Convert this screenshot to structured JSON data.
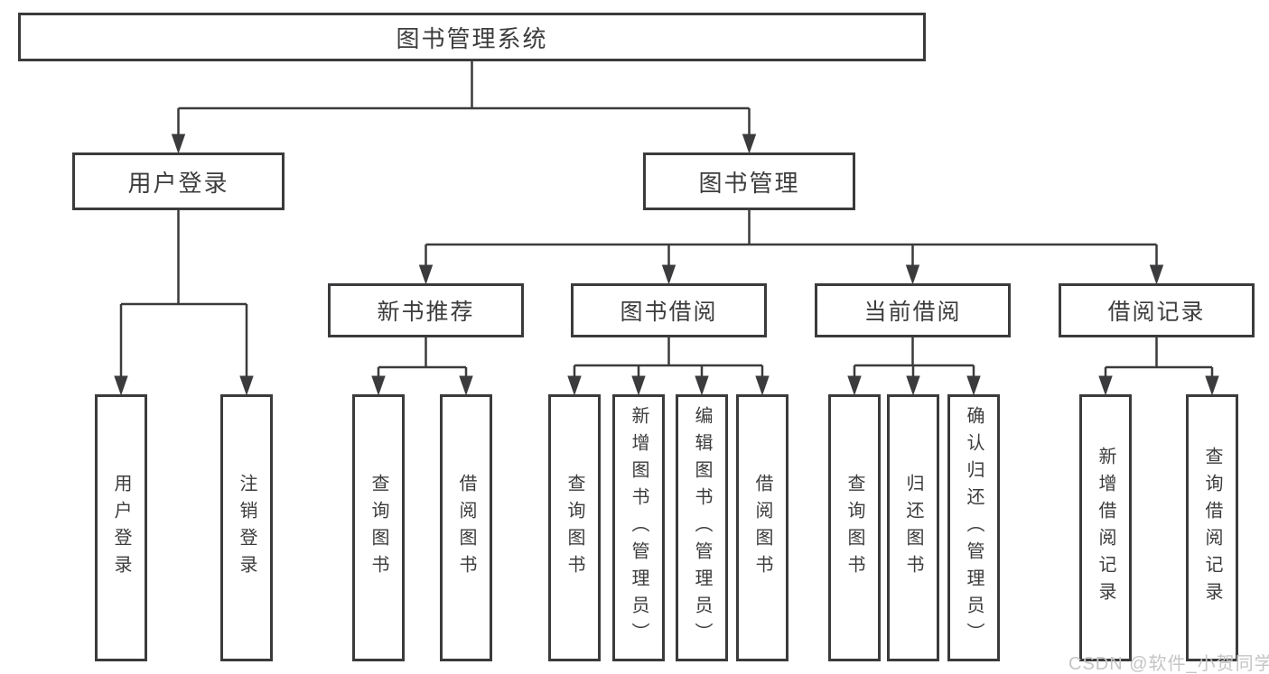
{
  "colors": {
    "line": "#3b3b3d",
    "text": "#3c3c3c",
    "background": "#ffffff",
    "watermark": "#c5c5c5"
  },
  "tree": {
    "root": {
      "label": "图书管理系统",
      "children": [
        {
          "label": "用户登录",
          "children": [
            {
              "label": "用户登录"
            },
            {
              "label": "注销登录"
            }
          ]
        },
        {
          "label": "图书管理",
          "children": [
            {
              "label": "新书推荐",
              "children": [
                {
                  "label": "查询图书"
                },
                {
                  "label": "借阅图书"
                }
              ]
            },
            {
              "label": "图书借阅",
              "children": [
                {
                  "label": "查询图书"
                },
                {
                  "label": "新增图书（管理员）"
                },
                {
                  "label": "编辑图书（管理员）"
                },
                {
                  "label": "借阅图书"
                }
              ]
            },
            {
              "label": "当前借阅",
              "children": [
                {
                  "label": "查询图书"
                },
                {
                  "label": "归还图书"
                },
                {
                  "label": "确认归还（管理员）"
                }
              ]
            },
            {
              "label": "借阅记录",
              "children": [
                {
                  "label": "新增借阅记录"
                },
                {
                  "label": "查询借阅记录"
                }
              ]
            }
          ]
        }
      ]
    }
  },
  "watermark": {
    "text": "CSDN @软件_小贺同学"
  }
}
